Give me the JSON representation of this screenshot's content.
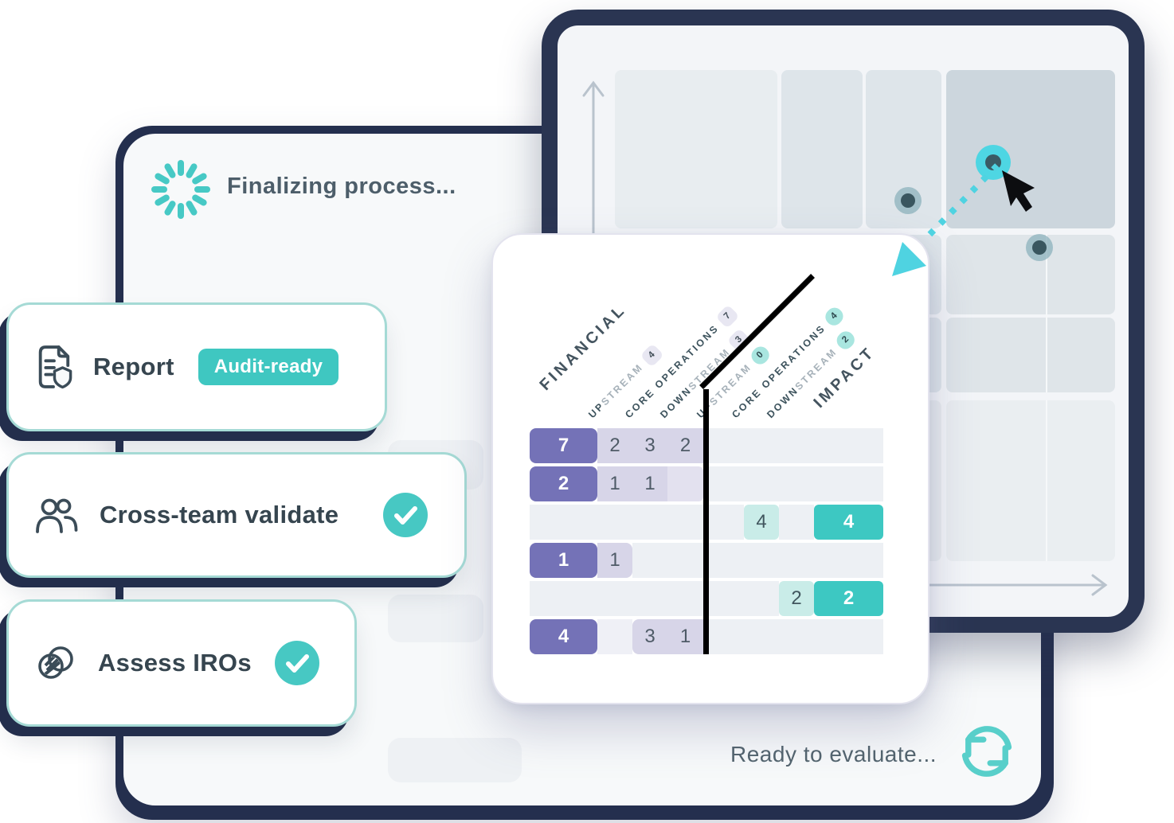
{
  "status": {
    "finalizing": "Finalizing process...",
    "ready": "Ready to evaluate..."
  },
  "steps": [
    {
      "label": "Report",
      "badge": "Audit-ready",
      "icon": "document-shield-icon",
      "done": false
    },
    {
      "label": "Cross-team validate",
      "icon": "people-icon",
      "done": true
    },
    {
      "label": "Assess IROs",
      "icon": "overlapping-circles-icon",
      "done": true
    }
  ],
  "matrix": {
    "left_axis": "FINANCIAL",
    "right_axis": "IMPACT",
    "columns": [
      {
        "group": "financial",
        "name": "UPSTREAM",
        "strong": "UP",
        "light": "STREAM",
        "total": "4"
      },
      {
        "group": "financial",
        "name": "CORE OPERATIONS",
        "strong": "CORE OPERATIONS",
        "light": "",
        "total": "7"
      },
      {
        "group": "financial",
        "name": "DOWNSTREAM",
        "strong": "DOWN",
        "light": "STREAM",
        "total": "3"
      },
      {
        "group": "impact",
        "name": "UPSTREAM",
        "strong": "UP",
        "light": "STREAM",
        "total": "0"
      },
      {
        "group": "impact",
        "name": "CORE OPERATIONS",
        "strong": "CORE OPERATIONS",
        "light": "",
        "total": "4"
      },
      {
        "group": "impact",
        "name": "DOWNSTREAM",
        "strong": "DOWN",
        "light": "STREAM",
        "total": "2"
      }
    ],
    "rows": [
      {
        "cells": [
          {
            "v": "7",
            "t": "ft"
          },
          {
            "v": "2",
            "t": "f"
          },
          {
            "v": "3",
            "t": "f"
          },
          {
            "v": "2",
            "t": "f"
          },
          {
            "t": "x"
          },
          {
            "t": "e"
          },
          {
            "t": "e"
          },
          {
            "t": "e"
          },
          {
            "t": "e"
          }
        ]
      },
      {
        "cells": [
          {
            "v": "2",
            "t": "ft"
          },
          {
            "v": "1",
            "t": "f"
          },
          {
            "v": "1",
            "t": "f"
          },
          {
            "t": "f2"
          },
          {
            "t": "x"
          },
          {
            "t": "e"
          },
          {
            "t": "e"
          },
          {
            "t": "e"
          },
          {
            "t": "e"
          }
        ]
      },
      {
        "cells": [
          {
            "t": "e"
          },
          {
            "t": "e"
          },
          {
            "t": "e"
          },
          {
            "t": "e"
          },
          {
            "t": "x"
          },
          {
            "t": "e"
          },
          {
            "v": "4",
            "t": "i"
          },
          {
            "t": "e"
          },
          {
            "v": "4",
            "t": "it"
          }
        ]
      },
      {
        "cells": [
          {
            "v": "1",
            "t": "ft"
          },
          {
            "v": "1",
            "t": "f rr"
          },
          {
            "t": "e"
          },
          {
            "t": "e"
          },
          {
            "t": "x"
          },
          {
            "t": "e"
          },
          {
            "t": "e"
          },
          {
            "t": "e"
          },
          {
            "t": "e"
          }
        ]
      },
      {
        "cells": [
          {
            "t": "e"
          },
          {
            "t": "e"
          },
          {
            "t": "e"
          },
          {
            "t": "e"
          },
          {
            "t": "x"
          },
          {
            "t": "e"
          },
          {
            "t": "e"
          },
          {
            "v": "2",
            "t": "i"
          },
          {
            "v": "2",
            "t": "it"
          }
        ]
      },
      {
        "cells": [
          {
            "v": "4",
            "t": "ft"
          },
          {
            "t": "f3"
          },
          {
            "v": "3",
            "t": "f rl"
          },
          {
            "v": "1",
            "t": "f"
          },
          {
            "t": "x"
          },
          {
            "t": "e"
          },
          {
            "t": "e"
          },
          {
            "t": "e"
          },
          {
            "t": "e"
          }
        ]
      }
    ]
  },
  "colors": {
    "navy": "#2a3552",
    "teal": "#3fc7c1",
    "cyan_arrow": "#4fd3e1",
    "purple": "#7472b7",
    "lavender": "#d7d5e8",
    "impact_light": "#c9ece8",
    "impact_strong": "#3dc8c2",
    "slate_text": "#36454f"
  }
}
